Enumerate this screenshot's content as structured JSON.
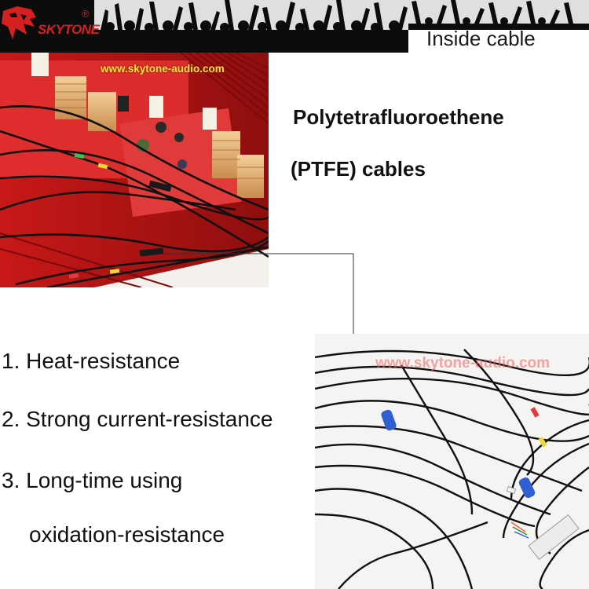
{
  "brand": {
    "logo_text": "SKYTONE",
    "registered_mark": "®",
    "color": "#d42020"
  },
  "header": {
    "title": "Inside cable",
    "background": "#0c0c0c"
  },
  "watermarks": {
    "top": "www.skytone-audio.com",
    "bottom": "www.skytone-audio.com"
  },
  "headline": {
    "line1": "Polytetrafluoroethene",
    "line2": "(PTFE) cables"
  },
  "features": [
    "1. Heat-resistance",
    "2. Strong current-resistance",
    "3. Long-time using",
    "oxidation-resistance"
  ],
  "images": {
    "top": "amplifier-board-with-ptfe-wiring-photo",
    "bottom": "ptfe-cable-harness-photo"
  }
}
